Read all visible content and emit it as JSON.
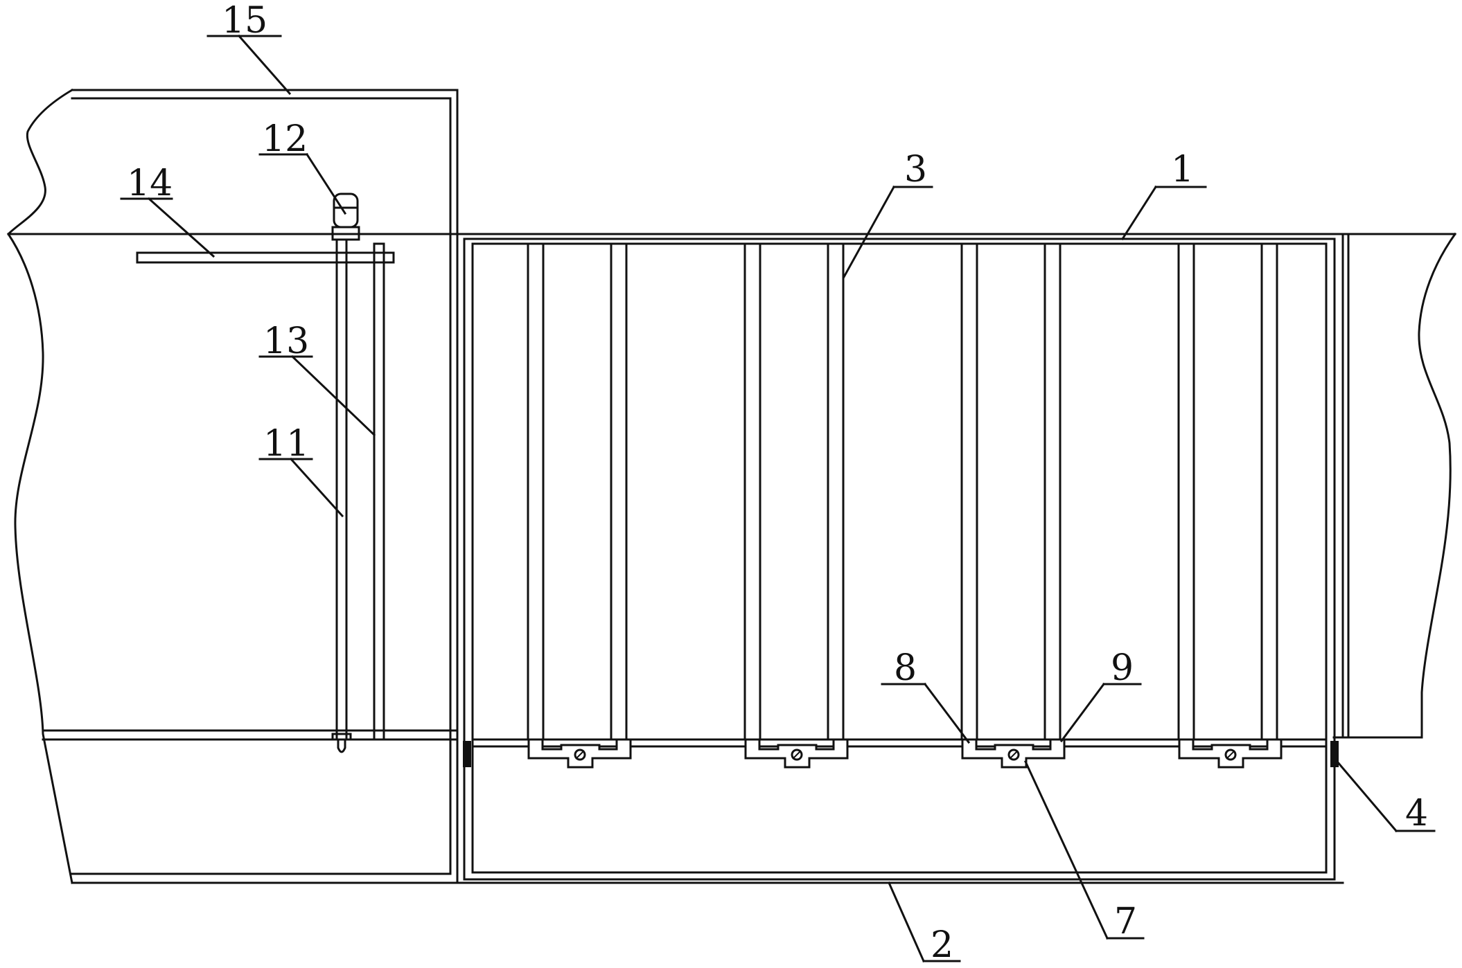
{
  "labels": {
    "l1": "1",
    "l2": "2",
    "l3": "3",
    "l4": "4",
    "l7": "7",
    "l8": "8",
    "l9": "9",
    "l11": "11",
    "l12": "12",
    "l13": "13",
    "l14": "14",
    "l15": "15"
  }
}
